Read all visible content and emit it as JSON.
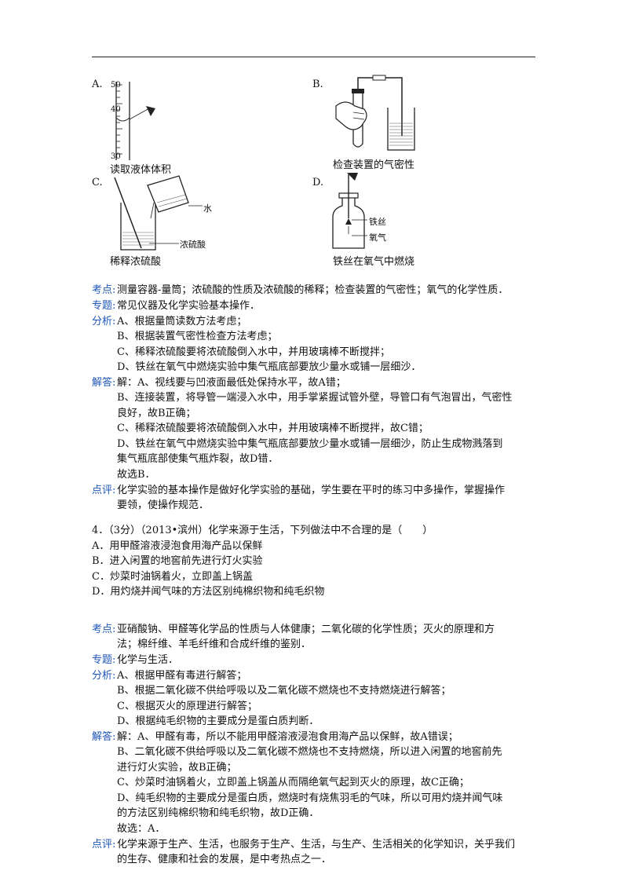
{
  "figure_options": [
    {
      "letter": "A.",
      "caption": "读取液体体积",
      "scale": [
        "50",
        "40",
        "30"
      ]
    },
    {
      "letter": "B.",
      "caption": "检查装置的气密性"
    },
    {
      "letter": "C.",
      "caption": "稀释浓硫酸",
      "labels": [
        "水",
        "浓硫酸"
      ]
    },
    {
      "letter": "D.",
      "caption": "铁丝在氧气中燃烧",
      "labels": [
        "铁丝",
        "氧气"
      ]
    }
  ],
  "q3": {
    "kaodian_label": "考点:",
    "kaodian": "测量容器-量筒；浓硫酸的性质及浓硫酸的稀释；检查装置的气密性；氧气的化学性质．",
    "zhuanti_label": "专题:",
    "zhuanti": "常见仪器及化学实验基本操作．",
    "fenxi_label": "分析:",
    "fenxi": [
      "A、根据量筒读数方法考虑；",
      "B、根据装置气密性检查方法考虑；",
      "C、稀释浓硫酸要将浓硫酸倒入水中，并用玻璃棒不断搅拌；",
      "D、铁丝在氧气中燃烧实验中集气瓶底部要放少量水或铺一层细沙．"
    ],
    "jieda_label": "解答:",
    "jieda": [
      "解：A、视线要与凹液面最低处保持水平，故A错；",
      "B、连接装置，将导管一端浸入水中，用手掌紧握试管外壁，导管口有气泡冒出，气密性",
      "良好，故B正确；",
      "C、稀释浓硫酸要将浓硫酸倒入水中，并用玻璃棒不断搅拌，故C错；",
      "D、铁丝在氧气中燃烧实验中集气瓶底部要放少量水或铺一层细沙，防止生成物溅落到",
      "集气瓶底部使集气瓶炸裂，故D错．",
      "故选B．"
    ],
    "dianping_label": "点评:",
    "dianping": [
      "化学实验的基本操作是做好化学实验的基础，学生要在平时的练习中多操作，掌握操作",
      "要领，使操作规范．"
    ]
  },
  "q4": {
    "stem": "4．（3分）（2013•滨州）化学来源于生活，下列做法中不合理的是（　　）",
    "options": [
      "A．用甲醛溶液浸泡食用海产品以保鲜",
      "B．进入闲置的地窖前先进行灯火实验",
      "C．炒菜时油锅着火，立即盖上锅盖",
      "D．用灼烧并闻气味的方法区别纯棉织物和纯毛织物"
    ],
    "kaodian_label": "考点:",
    "kaodian": [
      "亚硝酸钠、甲醛等化学品的性质与人体健康；二氧化碳的化学性质；灭火的原理和方",
      "法；棉纤维、羊毛纤维和合成纤维的鉴别．"
    ],
    "zhuanti_label": "专题:",
    "zhuanti": "化学与生活．",
    "fenxi_label": "分析:",
    "fenxi": [
      "A、根据甲醛有毒进行解答；",
      "B、根据二氧化碳不供给呼吸以及二氧化碳不燃烧也不支持燃烧进行解答；",
      "C、根据灭火的原理进行解答；",
      "D、根据纯毛织物的主要成分是蛋白质判断．"
    ],
    "jieda_label": "解答:",
    "jieda": [
      "解：A、甲醛有毒，所以不能用甲醛溶液浸泡食用海产品以保鲜，故A错误；",
      "B、二氧化碳不供给呼吸以及二氧化碳不燃烧也不支持燃烧，所以进入闲置的地窖前先",
      "进行灯火实验，故B正确；",
      "C、炒菜时油锅着火，立即盖上锅盖从而隔绝氧气起到灭火的原理，故C正确；",
      "D、纯毛织物的主要成分是蛋白质，燃烧时有烧焦羽毛的气味，所以可用灼烧并闻气味",
      "的方法区别纯棉织物和纯毛织物，故D正确．",
      "故选：A．"
    ],
    "dianping_label": "点评:",
    "dianping": [
      "化学来源于生产、生活，也服务于生产、生活，与生产、生活相关的化学知识，关乎我们",
      "的生存、健康和社会的发展，是中考热点之一．"
    ]
  }
}
